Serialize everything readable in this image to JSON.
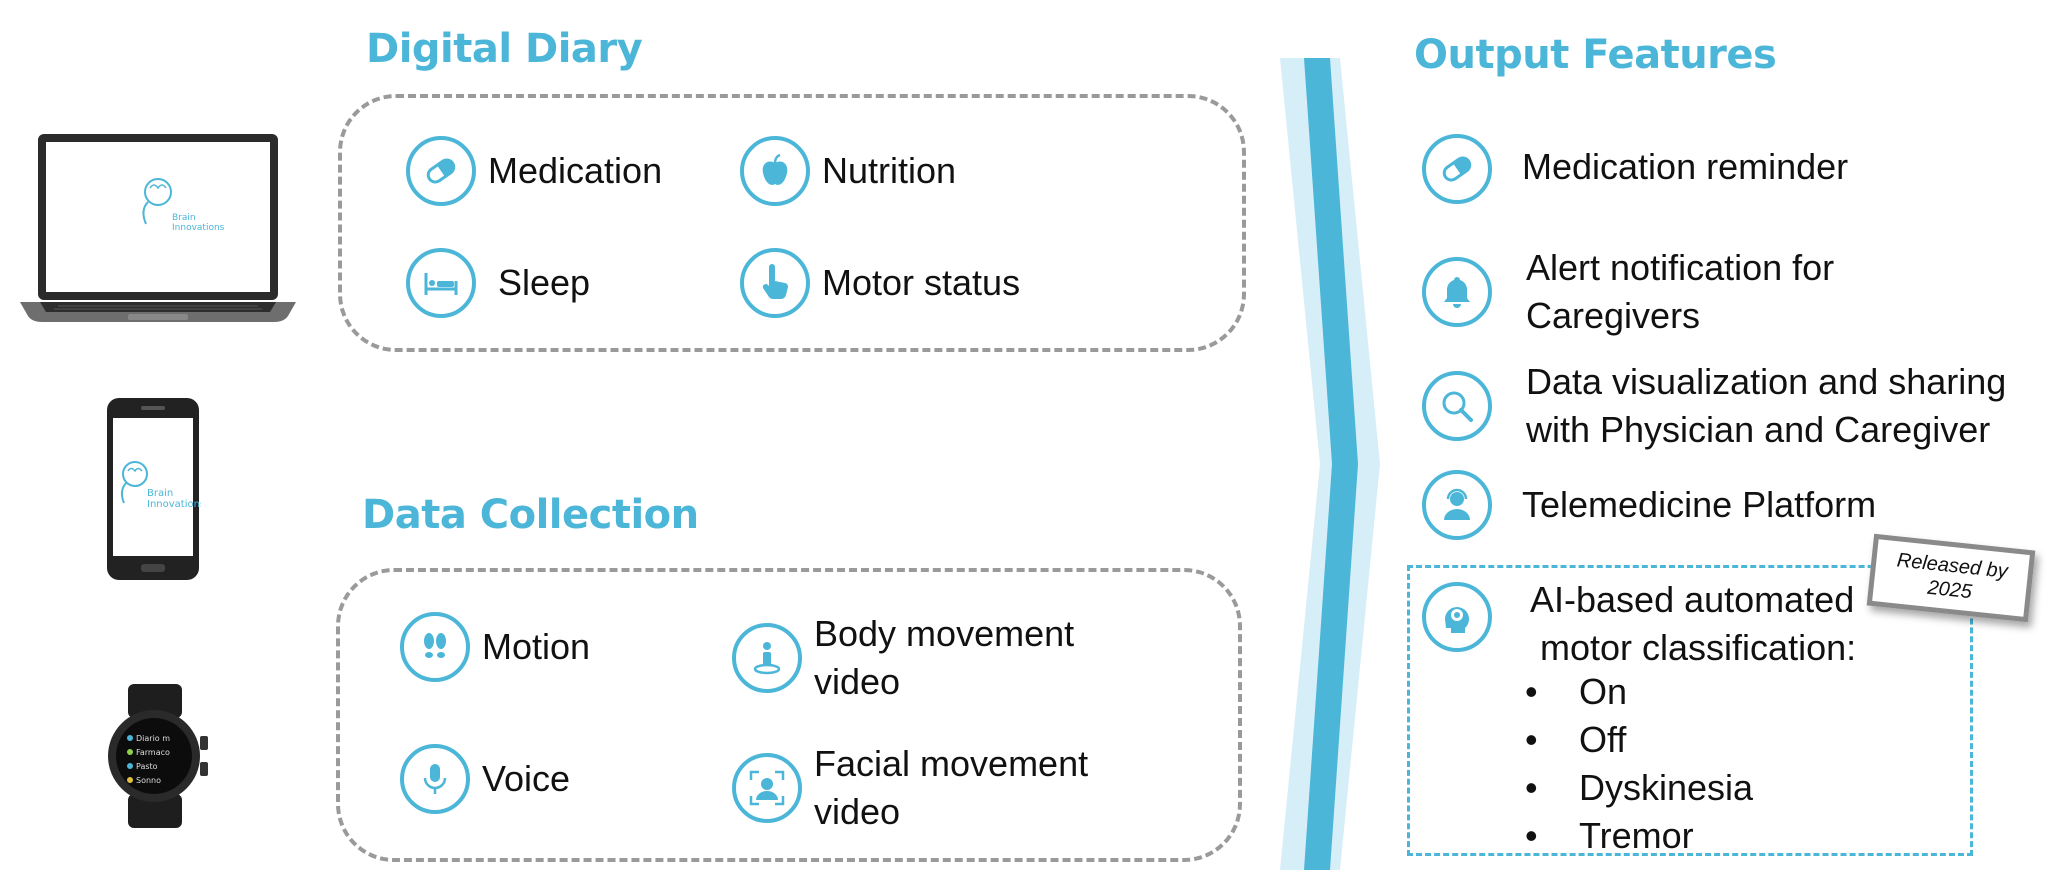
{
  "digital_diary": {
    "title": "Digital Diary",
    "items": [
      {
        "label": "Medication",
        "icon": "pill-icon"
      },
      {
        "label": "Nutrition",
        "icon": "apple-icon"
      },
      {
        "label": "Sleep",
        "icon": "bed-icon"
      },
      {
        "label": "Motor status",
        "icon": "pointing-hand-icon"
      }
    ]
  },
  "data_collection": {
    "title": "Data Collection",
    "items": [
      {
        "label": "Motion",
        "icon": "footprints-icon"
      },
      {
        "label": "Body movement\nvideo",
        "icon": "person-on-target-icon"
      },
      {
        "label": "Voice",
        "icon": "microphone-icon"
      },
      {
        "label": "Facial movement\nvideo",
        "icon": "face-scan-icon"
      }
    ]
  },
  "output_features": {
    "title": "Output Features",
    "items": [
      {
        "label": "Medication reminder",
        "icon": "pill-icon"
      },
      {
        "label": "Alert notification for\nCaregivers",
        "icon": "bell-icon"
      },
      {
        "label": "Data visualization and sharing\nwith Physician and Caregiver",
        "icon": "magnifier-icon"
      },
      {
        "label": "Telemedicine Platform",
        "icon": "headset-person-icon"
      }
    ],
    "ai": {
      "label": "AI-based automated\n motor classification:",
      "icon": "brain-head-icon",
      "classes": [
        "On",
        "Off",
        "Dyskinesia",
        "Tremor"
      ]
    },
    "stamp": "Released by\n2025"
  },
  "devices": {
    "brand_line1": "Brain",
    "brand_line2": "Innovations",
    "watch_menu": [
      "Diario m",
      "Farmaco",
      "Pasto",
      "Sonno"
    ]
  },
  "colors": {
    "accent": "#4bb6d8",
    "arrow_light": "#d6eef7",
    "dashed_border": "#9a9a9a"
  }
}
